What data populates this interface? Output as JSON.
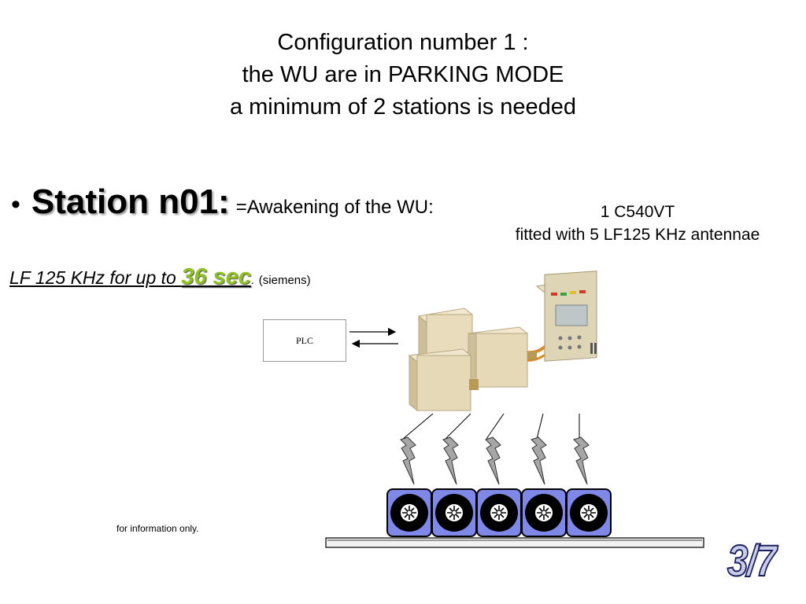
{
  "title": {
    "line1": "Configuration number 1 :",
    "line2": "the WU are in PARKING MODE",
    "line3": "a minimum of 2 stations is needed"
  },
  "bullet": {
    "symbol": "•",
    "station": "Station n01:",
    "role": "=Awakening of the WU:"
  },
  "equipment": {
    "line1": "1 C540VT",
    "line2": "fitted with  5 LF125 KHz antennae"
  },
  "lf": {
    "text": "LF 125 KHz for up to ",
    "duration": "36 sec",
    "end": ".",
    "note": "(siemens)"
  },
  "diagram": {
    "plc_label": "PLC",
    "antenna_count": 5,
    "colors": {
      "wheel_fill": "#7f88e6",
      "tire": "#000000",
      "lightning": "#a6a6a6",
      "enclosure": "#e6d9b8",
      "controller": "#ddd5b6"
    }
  },
  "footer": {
    "info": "for information only.",
    "page": "3/7"
  }
}
